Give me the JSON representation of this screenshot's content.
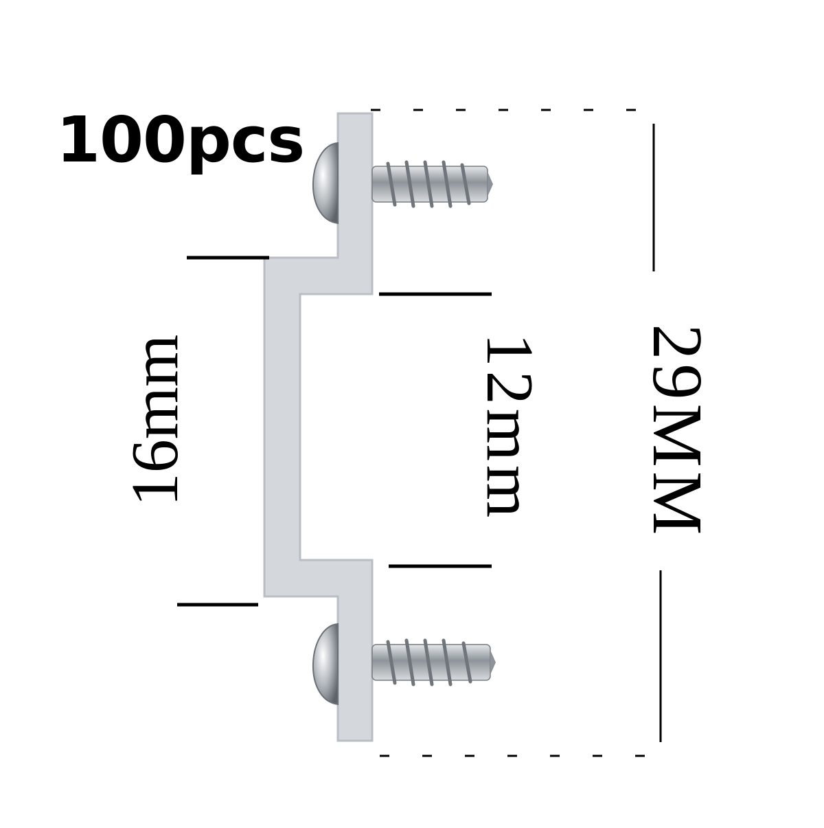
{
  "quantity_label": "100pcs",
  "dimensions": {
    "outer_height": "16mm",
    "inner_gap": "12mm",
    "total_length": "29MM"
  },
  "colors": {
    "clip": "#d4d7dc",
    "clip_edge": "#b9bdc4",
    "screw_metal": "#9aa0a6",
    "text": "#000000"
  },
  "icons": [
    "mounting-clip",
    "screw-icon"
  ]
}
